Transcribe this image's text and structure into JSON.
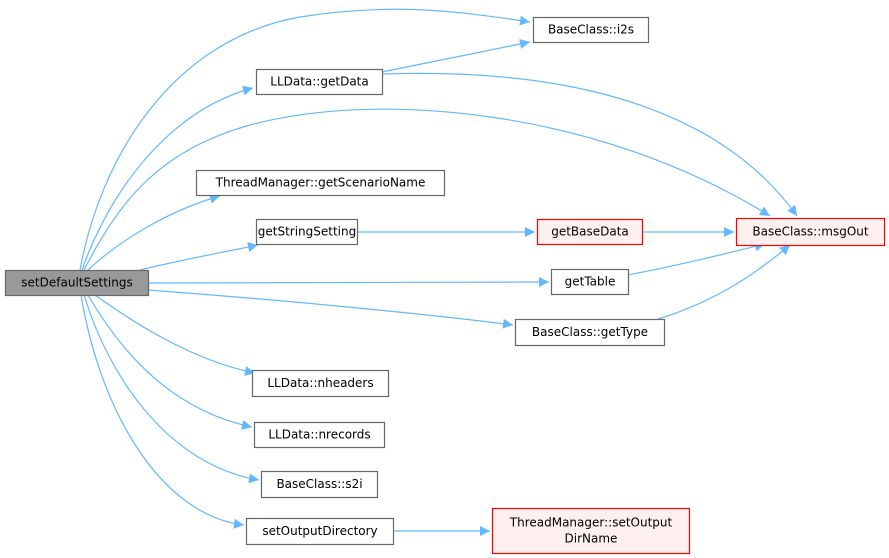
{
  "diagram": {
    "type": "call-graph",
    "edge_color": "#63b8ff",
    "node_styles": {
      "root": {
        "fill": "#999999",
        "stroke": "#666666"
      },
      "normal": {
        "fill": "#ffffff",
        "stroke": "#666666"
      },
      "red": {
        "fill": "#fff0f0",
        "stroke": "#ff0000"
      }
    },
    "nodes": [
      {
        "id": "setDefaultSettings",
        "lines": [
          "setDefaultSettings"
        ],
        "style": "root"
      },
      {
        "id": "i2s",
        "lines": [
          "BaseClass::i2s"
        ],
        "style": "normal"
      },
      {
        "id": "getData",
        "lines": [
          "LLData::getData"
        ],
        "style": "normal"
      },
      {
        "id": "msgOut",
        "lines": [
          "BaseClass::msgOut"
        ],
        "style": "red"
      },
      {
        "id": "getScenarioName",
        "lines": [
          "ThreadManager::getScenarioName"
        ],
        "style": "normal"
      },
      {
        "id": "getStringSetting",
        "lines": [
          "getStringSetting"
        ],
        "style": "normal"
      },
      {
        "id": "getBaseData",
        "lines": [
          "getBaseData"
        ],
        "style": "red"
      },
      {
        "id": "getTable",
        "lines": [
          "getTable"
        ],
        "style": "normal"
      },
      {
        "id": "getType",
        "lines": [
          "BaseClass::getType"
        ],
        "style": "normal"
      },
      {
        "id": "nheaders",
        "lines": [
          "LLData::nheaders"
        ],
        "style": "normal"
      },
      {
        "id": "nrecords",
        "lines": [
          "LLData::nrecords"
        ],
        "style": "normal"
      },
      {
        "id": "s2i",
        "lines": [
          "BaseClass::s2i"
        ],
        "style": "normal"
      },
      {
        "id": "setOutputDirectory",
        "lines": [
          "setOutputDirectory"
        ],
        "style": "normal"
      },
      {
        "id": "setOutputDirName",
        "lines": [
          "ThreadManager::setOutput",
          "DirName"
        ],
        "style": "red"
      }
    ],
    "edges": [
      {
        "from": "setDefaultSettings",
        "to": "i2s"
      },
      {
        "from": "setDefaultSettings",
        "to": "getData"
      },
      {
        "from": "setDefaultSettings",
        "to": "msgOut"
      },
      {
        "from": "setDefaultSettings",
        "to": "getScenarioName"
      },
      {
        "from": "setDefaultSettings",
        "to": "getStringSetting"
      },
      {
        "from": "setDefaultSettings",
        "to": "getTable"
      },
      {
        "from": "setDefaultSettings",
        "to": "getType"
      },
      {
        "from": "setDefaultSettings",
        "to": "nheaders"
      },
      {
        "from": "setDefaultSettings",
        "to": "nrecords"
      },
      {
        "from": "setDefaultSettings",
        "to": "s2i"
      },
      {
        "from": "setDefaultSettings",
        "to": "setOutputDirectory"
      },
      {
        "from": "getData",
        "to": "i2s"
      },
      {
        "from": "getData",
        "to": "msgOut"
      },
      {
        "from": "getStringSetting",
        "to": "getBaseData"
      },
      {
        "from": "getBaseData",
        "to": "msgOut"
      },
      {
        "from": "getTable",
        "to": "msgOut"
      },
      {
        "from": "getType",
        "to": "msgOut"
      },
      {
        "from": "setOutputDirectory",
        "to": "setOutputDirName"
      }
    ]
  }
}
